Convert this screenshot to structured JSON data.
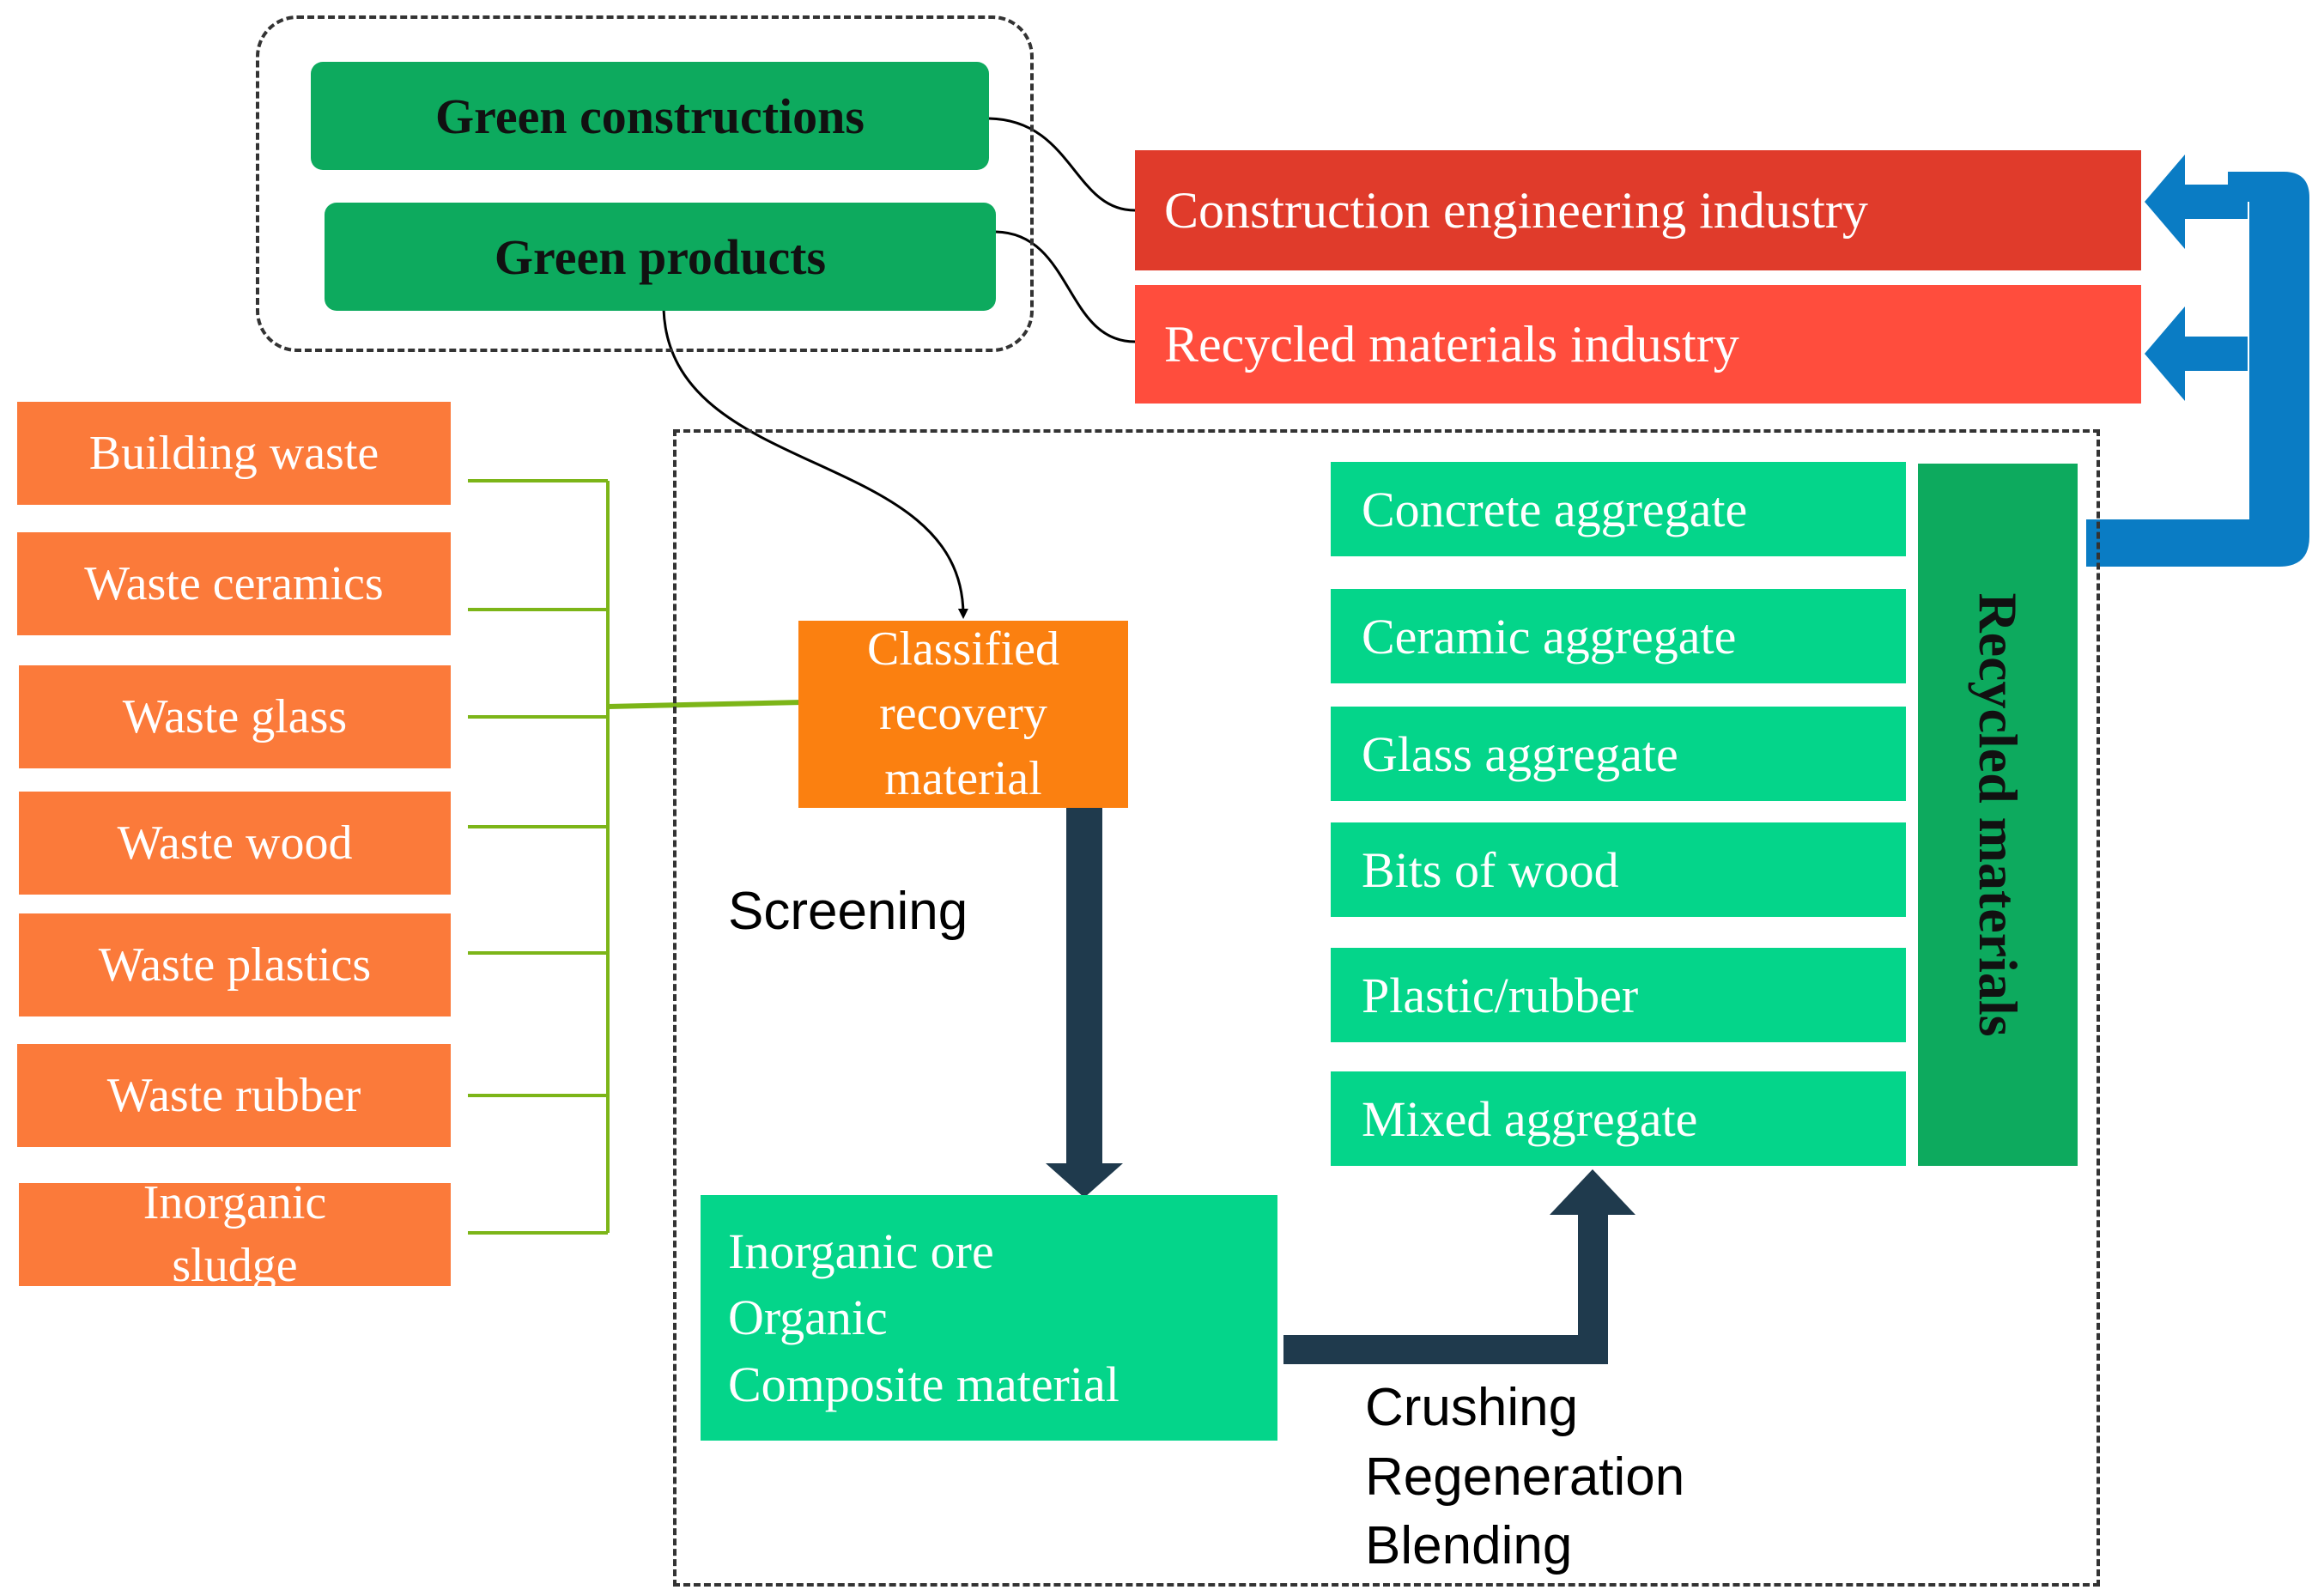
{
  "top_group": {
    "green_constructions": "Green constructions",
    "green_products": "Green products"
  },
  "industries": {
    "construction": "Construction engineering industry",
    "recycled": "Recycled materials industry"
  },
  "waste_sources": [
    "Building waste",
    "Waste ceramics",
    "Waste glass",
    "Waste wood",
    "Waste plastics",
    "Waste rubber",
    "Inorganic sludge"
  ],
  "inorganic_sludge_lines": [
    "Inorganic",
    "sludge"
  ],
  "classified": {
    "lines": [
      "Classified",
      "recovery",
      "material"
    ]
  },
  "screening_label": "Screening",
  "composition": {
    "lines": [
      "Inorganic ore",
      "Organic",
      "Composite material"
    ]
  },
  "process_labels": [
    "Crushing",
    "Regeneration",
    "Blending"
  ],
  "aggregates": [
    "Concrete aggregate",
    "Ceramic aggregate",
    "Glass aggregate",
    "Bits of wood",
    "Plastic/rubber",
    "Mixed aggregate"
  ],
  "recycled_materials_label": "Recycled materials",
  "colors": {
    "dark_green": "#0daa5e",
    "red_dark": "#e03b2b",
    "red_light": "#ff4d3d",
    "orange_waste": "#fb7a3a",
    "orange_classified": "#fb8010",
    "mint": "#04d58a",
    "blue_arrow": "#0a7cc4",
    "navy_arrow": "#1f3a4d",
    "lime_connector": "#7cb518"
  }
}
